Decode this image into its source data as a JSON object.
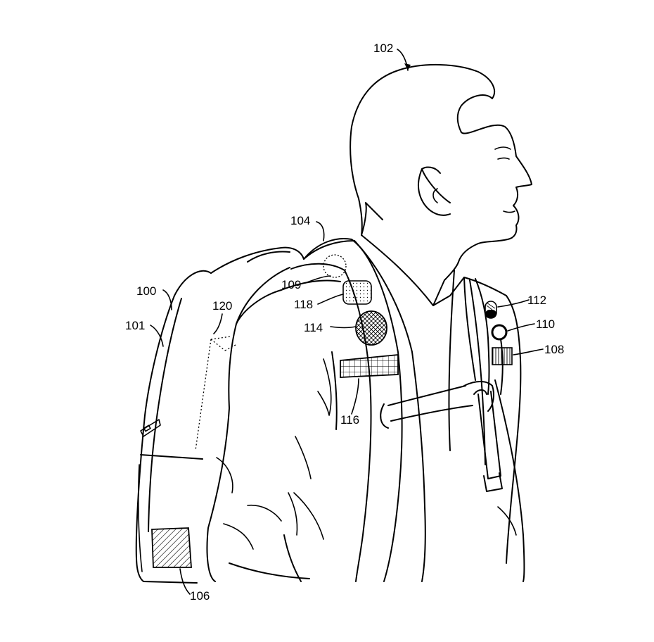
{
  "figure": {
    "labels": {
      "l100": "100",
      "l101": "101",
      "l102": "102",
      "l104": "104",
      "l106": "106",
      "l108": "108",
      "l109": "109",
      "l110": "110",
      "l112": "112",
      "l114": "114",
      "l116": "116",
      "l118": "118",
      "l120": "120"
    }
  }
}
